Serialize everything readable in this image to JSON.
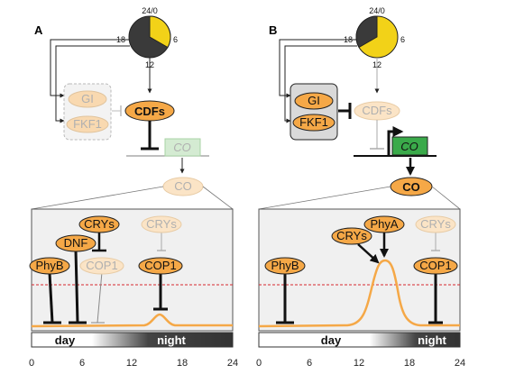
{
  "panels": [
    {
      "letter": "A",
      "clock": {
        "top": "24/0",
        "left": "18",
        "right": "6",
        "bottom": "12",
        "light_fraction": 0.33
      },
      "nodes": {
        "gi": "GI",
        "fkf1": "FKF1",
        "cdfs": "CDFs",
        "co_gene": "CO",
        "co_protein": "CO"
      },
      "plot_nodes": {
        "phyb": "PhyB",
        "dnf": "DNF",
        "crys_dark": "CRYs",
        "cop1_faint": "COP1",
        "crys_faint": "CRYs",
        "cop1": "COP1"
      },
      "bar": {
        "day": "day",
        "night": "night"
      },
      "ticks": [
        "0",
        "6",
        "12",
        "18",
        "24"
      ]
    },
    {
      "letter": "B",
      "clock": {
        "top": "24/0",
        "left": "18",
        "right": "6",
        "bottom": "12",
        "light_fraction": 0.67
      },
      "nodes": {
        "gi": "GI",
        "fkf1": "FKF1",
        "cdfs": "CDFs",
        "co_gene": "CO",
        "co_protein": "CO"
      },
      "plot_nodes": {
        "phyb": "PhyB",
        "crys": "CRYs",
        "phya": "PhyA",
        "crys_faint": "CRYs",
        "cop1": "COP1"
      },
      "bar": {
        "day": "day",
        "night": "night"
      },
      "ticks": [
        "0",
        "6",
        "12",
        "18",
        "24"
      ]
    }
  ],
  "colors": {
    "accent": "#f5a847",
    "accent_light": "#f9d9b0",
    "clock_light": "#f2d218",
    "clock_dark": "#3a3a3a",
    "green": "#3aaa4a",
    "green_light": "#d4ebd2",
    "threshold": "#d8282e"
  }
}
